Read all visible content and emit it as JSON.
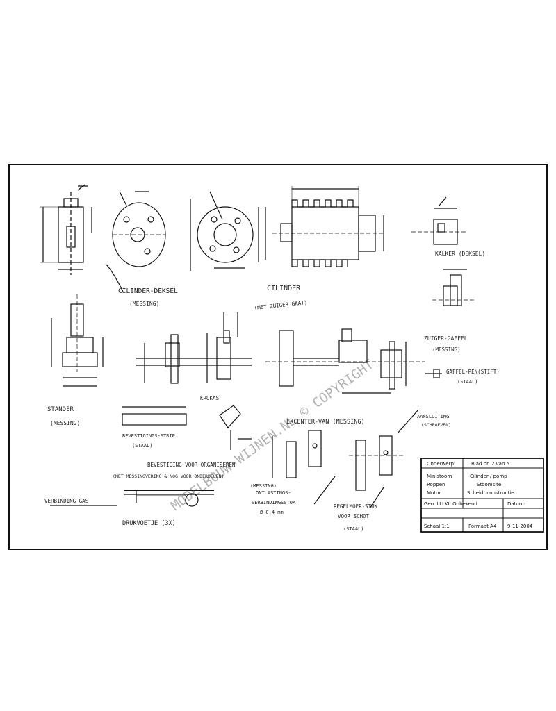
{
  "labels": {
    "cilinder_deksel": "CILINDER-DEKSEL",
    "cilinder_deksel_mat": "(MESSING)",
    "cilinder": "CILINDER",
    "cilinder_mat": "(MET ZUIGER GAAT)",
    "ketel": "KALKER (DEKSEL)",
    "stander": "STANDER",
    "stander_mat": "(MESSING)",
    "zuiger_gaffel": "ZUIGER-GAFFEL",
    "zuiger_gaffel_mat": "(MESSING)",
    "gaffel_pen": "GAFFEL-PEN(STIFT)",
    "gaffel_pen_mat": "(STAAL)",
    "krukas": "KRUKAS",
    "excenter": "EXCENTER-VAN (MESSING)",
    "bevestigingsstrip": "BEVESTIGINGS-STRIP",
    "bevestigingsstrip_mat": "(STAAL)",
    "bevestiging_vloer": "BEVESTIGING VOOR ORGANISEREN",
    "bevestiging_vloer_note": "(MET MESSINGVERING & NOG VOOR ONDERDELEN)",
    "bevestiging_vloer_mat": "(MESSING)",
    "verbinding_gas": "VERBINDING GAS",
    "drukvoetje": "DRUKVOETJE (3X)",
    "ontlasting": "ONTLASTINGS-",
    "ontlasting2": "VERBINDINGSSTUK",
    "ontlasting_dim": "Ø 0.4 mm",
    "regelstuk": "REGELMOER-STUK",
    "regelstuk2": "VOOR SCHOT",
    "regelstuk_mat": "(STAAL)",
    "aansluiting": "AANSLUITING",
    "aansluiting2": "(SCHROEVEN)",
    "watermark": "MODELBOUW-WIJNEN.NL © COPYRIGHT"
  },
  "title_block": {
    "r1c1": "Onderwerp:",
    "r1c2": "Blad nr. 2 van 5",
    "r2c1": "Ministoom",
    "r2c2": "Cilinder / pomp",
    "r3c1": "Roppen",
    "r3c2": "Stoomsite",
    "r4c1": "Motor",
    "r4c2": "Scheidt constructie",
    "r5c1": "Geo. LLLKI. Onbekend",
    "r5c2": "Datum:",
    "r6c1": "Schaal 1:1",
    "r6c2": "Formaat A4",
    "r6c3": "9-11-2004"
  }
}
